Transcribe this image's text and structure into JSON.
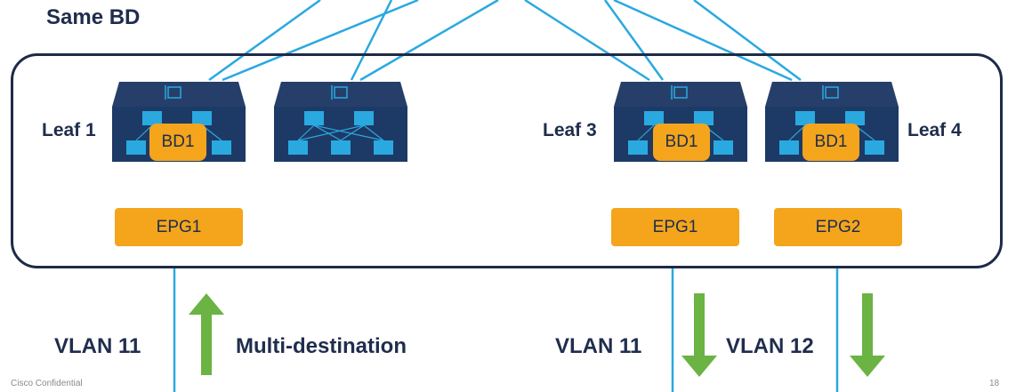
{
  "title": "Same BD",
  "colors": {
    "navy": "#1e2a48",
    "switch_top": "#263f6a",
    "switch_body": "#1d3a66",
    "cyan": "#2aa9e0",
    "orange": "#f4a51c",
    "green": "#6bb343"
  },
  "leaves": [
    {
      "label": "Leaf 1",
      "bd": "BD1"
    },
    {
      "label": "",
      "bd": ""
    },
    {
      "label": "Leaf 3",
      "bd": "BD1"
    },
    {
      "label": "Leaf 4",
      "bd": "BD1"
    }
  ],
  "epgs": [
    "EPG1",
    "EPG1",
    "EPG2"
  ],
  "vlans": [
    "VLAN 11",
    "VLAN 11",
    "VLAN 12"
  ],
  "traffic_label": "Multi-destination",
  "footer": "Cisco Confidential",
  "page_number": "18"
}
